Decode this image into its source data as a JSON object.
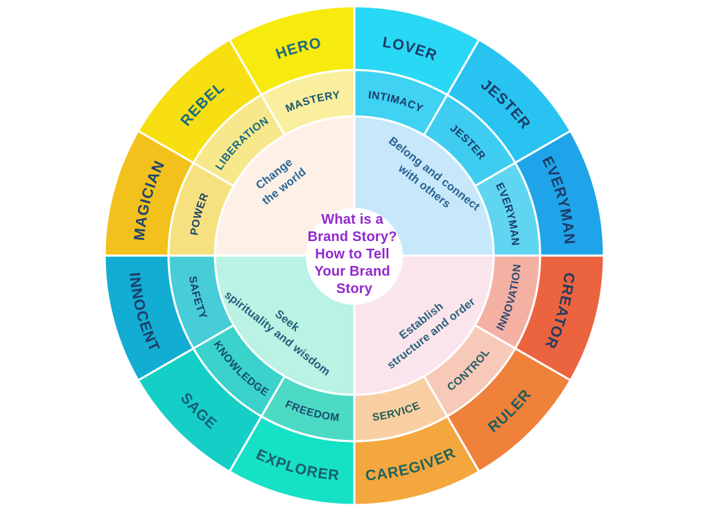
{
  "page": {
    "background": "#ffffff",
    "divider_color": "#ffffff"
  },
  "center": {
    "lines": [
      "What is a",
      "Brand Story?",
      "How to Tell",
      "Your Brand",
      "Story"
    ],
    "text_color": "#9128ce",
    "circle_color": "#ffffff"
  },
  "goals": [
    {
      "id": "belong",
      "quadrant": "top-right",
      "lines": [
        "Belong and connect",
        "with others"
      ],
      "bg": "#c6e8fa",
      "text_color": "#2b5f92",
      "rotation": 38
    },
    {
      "id": "establish",
      "quadrant": "bottom-right",
      "lines": [
        "Establish",
        "structure and order"
      ],
      "bg": "#fbe5ec",
      "text_color": "#2b627c",
      "rotation": -38
    },
    {
      "id": "seek",
      "quadrant": "bottom-left",
      "lines": [
        "Seek",
        "spirituality and wisdom"
      ],
      "bg": "#baf2e4",
      "text_color": "#22607a",
      "rotation": 38
    },
    {
      "id": "change",
      "quadrant": "top-left",
      "lines": [
        "Change",
        "the world"
      ],
      "bg": "#fdf0e7",
      "text_color": "#2b6597",
      "rotation": -38
    }
  ],
  "middle_ring": [
    {
      "label": "INTIMACY",
      "color": "#3fd2f2",
      "text_color": "#1d3c68",
      "flipped": false
    },
    {
      "label": "JESTER",
      "color": "#3ecdf1",
      "text_color": "#1d3c68",
      "flipped": false
    },
    {
      "label": "EVERYMAN",
      "color": "#60d5f1",
      "text_color": "#1d3c68",
      "flipped": false
    },
    {
      "label": "INNOVATION",
      "color": "#f5b0a4",
      "text_color": "#2c4a6e",
      "flipped": true
    },
    {
      "label": "CONTROL",
      "color": "#f7c9b8",
      "text_color": "#235c60",
      "flipped": true
    },
    {
      "label": "SERVICE",
      "color": "#f8cfa2",
      "text_color": "#235c54",
      "flipped": true
    },
    {
      "label": "FREEDOM",
      "color": "#4cdac5",
      "text_color": "#1d4a6b",
      "flipped": true
    },
    {
      "label": "KNOWLEDGE",
      "color": "#3ad2ca",
      "text_color": "#164f6e",
      "flipped": true
    },
    {
      "label": "SAFETY",
      "color": "#47cdd8",
      "text_color": "#1c4066",
      "flipped": true
    },
    {
      "label": "POWER",
      "color": "#f6e180",
      "text_color": "#1c4470",
      "flipped": false
    },
    {
      "label": "LIBERATION",
      "color": "#f7e88c",
      "text_color": "#186a84",
      "flipped": false
    },
    {
      "label": "MASTERY",
      "color": "#f9ef9f",
      "text_color": "#1b5570",
      "flipped": false
    }
  ],
  "outer_ring": [
    {
      "label": "LOVER",
      "color": "#29d8f5",
      "text_color": "#1d3c68",
      "flipped": false
    },
    {
      "label": "JESTER",
      "color": "#28c3f0",
      "text_color": "#1d3c68",
      "flipped": false
    },
    {
      "label": "EVERYMAN",
      "color": "#20a4e9",
      "text_color": "#1d3c68",
      "flipped": false
    },
    {
      "label": "CREATOR",
      "color": "#ec6340",
      "text_color": "#223c62",
      "flipped": false
    },
    {
      "label": "RULER",
      "color": "#f0813a",
      "text_color": "#1e5c5e",
      "flipped": true
    },
    {
      "label": "CAREGIVER",
      "color": "#f4a73e",
      "text_color": "#20635b",
      "flipped": true
    },
    {
      "label": "EXPLORER",
      "color": "#14e1c6",
      "text_color": "#1b5c6b",
      "flipped": true
    },
    {
      "label": "SAGE",
      "color": "#15cfc6",
      "text_color": "#175f78",
      "flipped": true
    },
    {
      "label": "INNOCENT",
      "color": "#13acd3",
      "text_color": "#1c3e66",
      "flipped": true
    },
    {
      "label": "MAGICIAN",
      "color": "#f3c11b",
      "text_color": "#1c4470",
      "flipped": false
    },
    {
      "label": "REBEL",
      "color": "#f7df12",
      "text_color": "#186a84",
      "flipped": false
    },
    {
      "label": "HERO",
      "color": "#f7ea0d",
      "text_color": "#186a84",
      "flipped": false
    }
  ]
}
